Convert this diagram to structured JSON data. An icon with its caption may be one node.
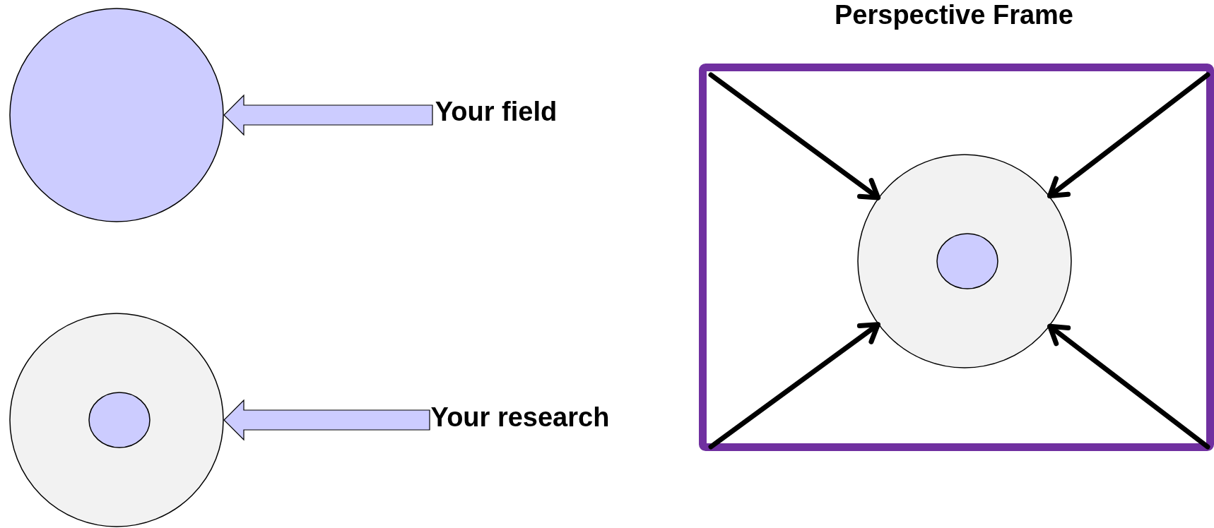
{
  "diagram": {
    "nodes": [
      {
        "text": [],
        "shape": "circle"
      },
      {
        "text": [],
        "shape": "circle"
      },
      {
        "text": [],
        "shape": "circle",
        "in": 1
      },
      {
        "text": [
          "Your field"
        ]
      },
      {
        "text": [
          "Your research"
        ]
      },
      {
        "text": [
          "Perspective Frame"
        ]
      },
      {
        "text": [],
        "shape": "circle",
        "in": 5
      },
      {
        "text": [],
        "shape": "circle",
        "in": 6
      }
    ],
    "edges": [
      {
        "from": 3,
        "to": 0,
        "arrow": "to"
      },
      {
        "from": 4,
        "to": 1,
        "arrow": "to"
      },
      {
        "from": null,
        "to": 6,
        "arrow": "to"
      },
      {
        "from": null,
        "to": 6,
        "arrow": "to"
      },
      {
        "from": null,
        "to": 6,
        "arrow": "to"
      },
      {
        "from": null,
        "to": 6,
        "arrow": "to"
      }
    ]
  }
}
